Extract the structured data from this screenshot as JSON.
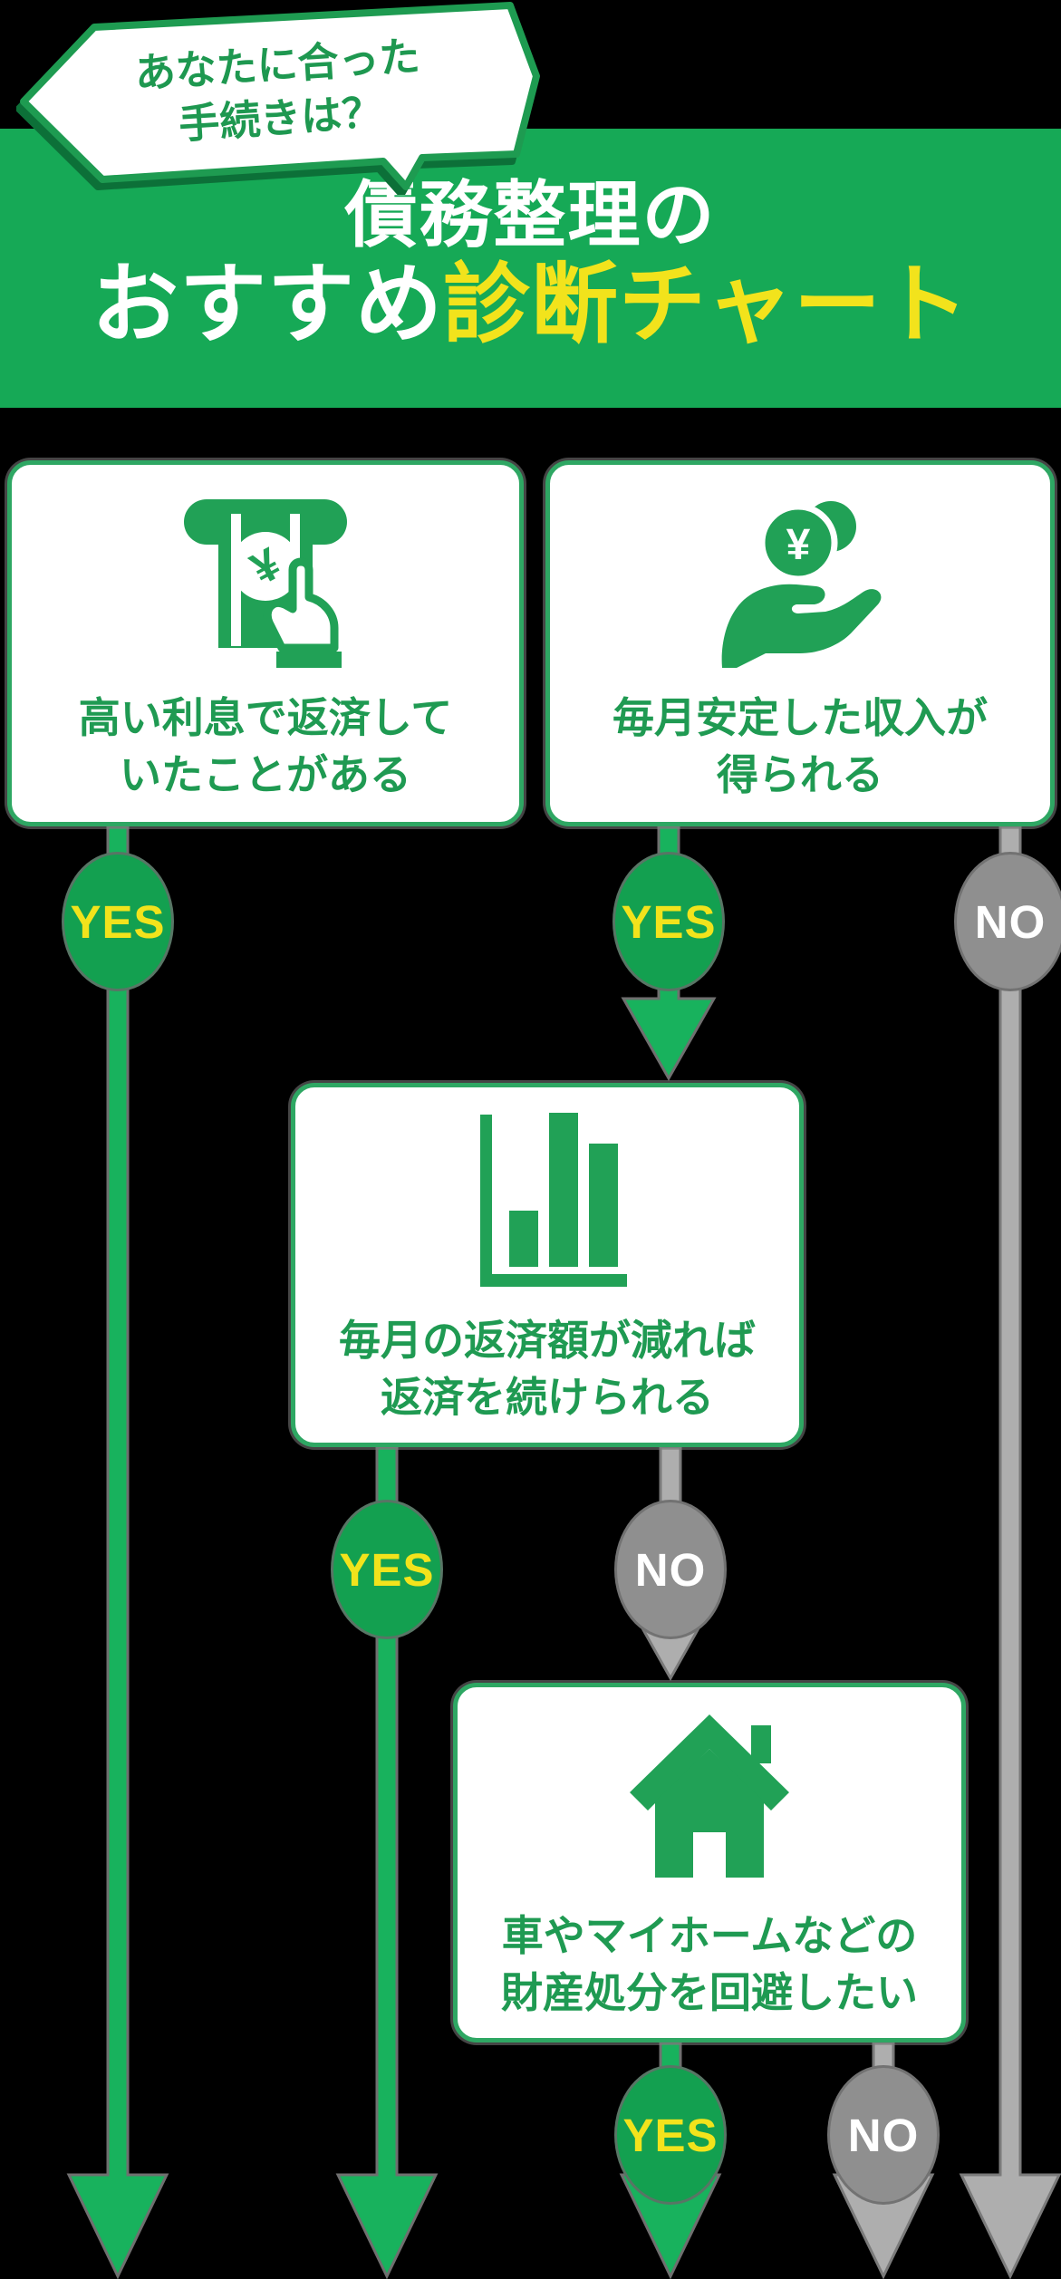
{
  "colors": {
    "background": "#000000",
    "banner_green": "#16a956",
    "box_border_green": "#2ea763",
    "icon_green": "#21a156",
    "text_green": "#1f9a52",
    "line_green": "#18b25d",
    "badge_green": "#13a050",
    "line_gray": "#aeaeae",
    "badge_gray": "#8f8f8f",
    "accent_yellow": "#f2e31c",
    "white": "#ffffff"
  },
  "bubble": {
    "line1": "あなたに合った",
    "line2": "手続きは？"
  },
  "title": {
    "line1": "債務整理の",
    "line2_white": "おすすめ",
    "line2_accent": "診断チャート"
  },
  "cards": [
    {
      "icon": "atm-withdrawal-icon",
      "line1": "高い利息で返済して",
      "line2": "いたことがある"
    },
    {
      "icon": "coin-in-hand-icon",
      "line1": "毎月安定した収入が",
      "line2": "得られる"
    },
    {
      "icon": "bar-chart-icon",
      "line1": "毎月の返済額が減れば",
      "line2": "返済を続けられる"
    },
    {
      "icon": "house-icon",
      "line1": "車やマイホームなどの",
      "line2": "財産処分を回避したい"
    }
  ],
  "badges": [
    {
      "label": "YES",
      "variant": "yes"
    },
    {
      "label": "YES",
      "variant": "yes"
    },
    {
      "label": "NO",
      "variant": "no"
    },
    {
      "label": "YES",
      "variant": "yes"
    },
    {
      "label": "NO",
      "variant": "no"
    },
    {
      "label": "YES",
      "variant": "yes"
    },
    {
      "label": "NO",
      "variant": "no"
    }
  ],
  "icons": {
    "yen": "¥"
  }
}
